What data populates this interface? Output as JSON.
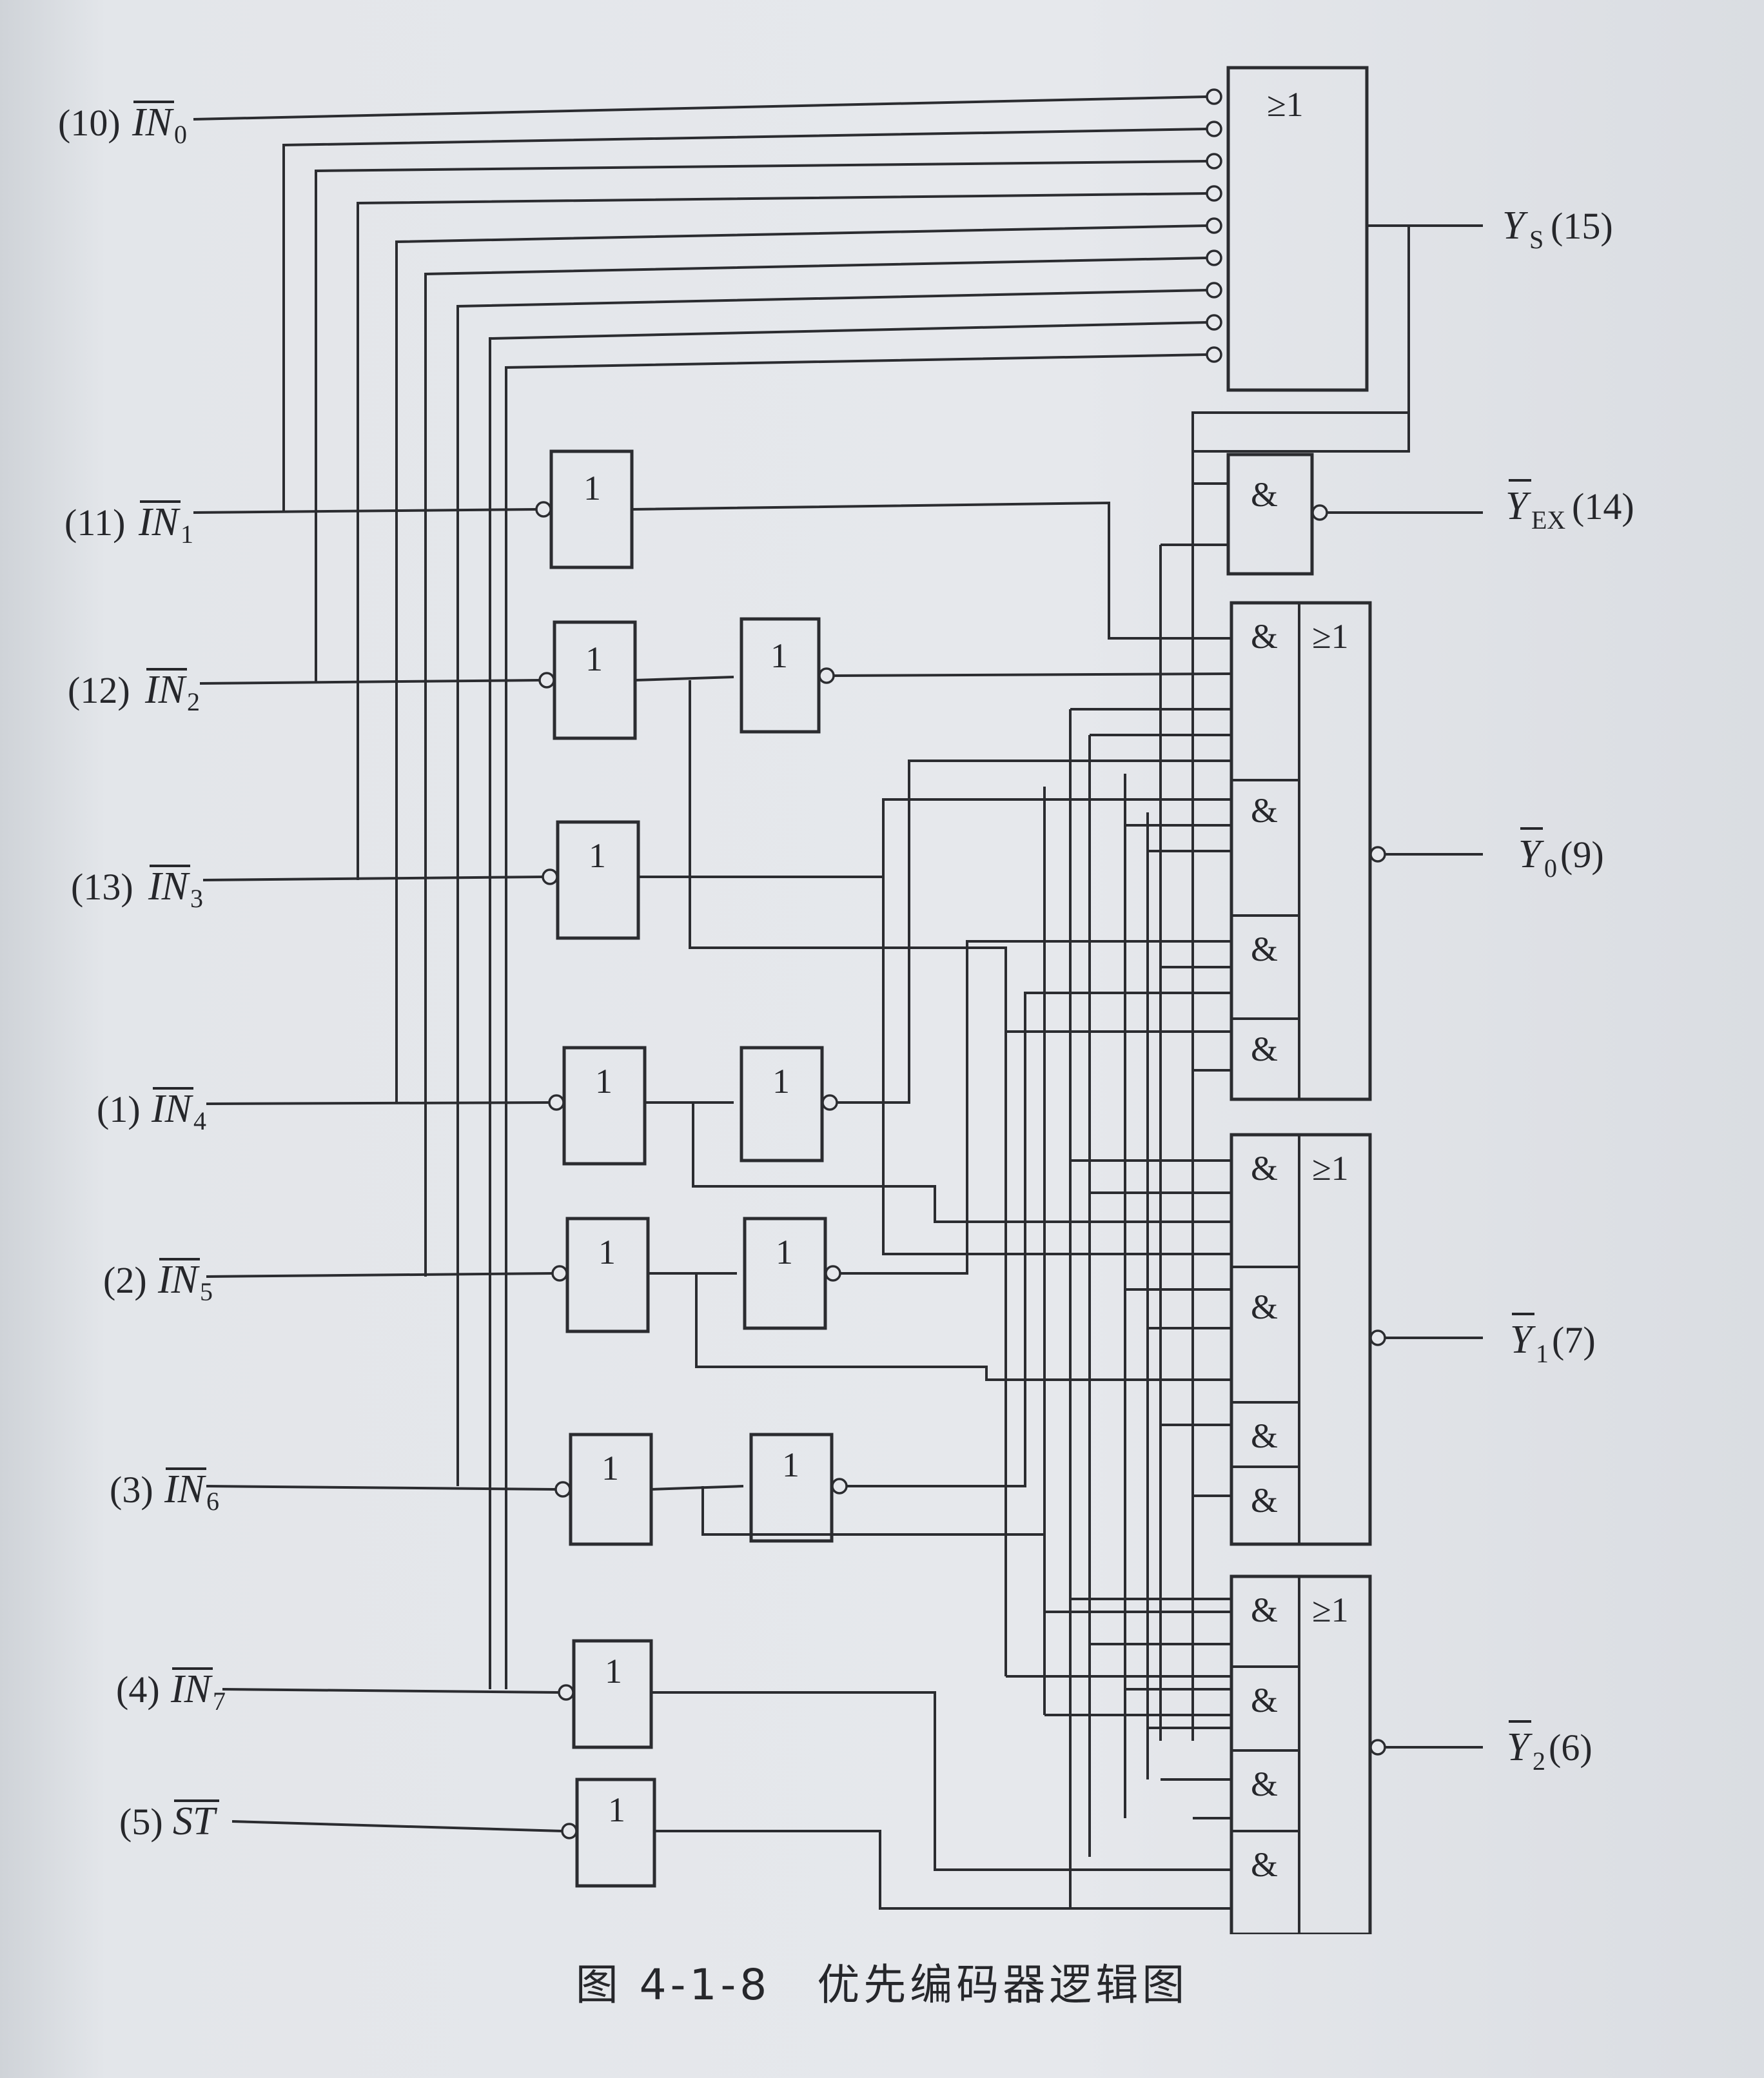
{
  "inputs": [
    {
      "num": "(10)",
      "name": "IN",
      "sub": "0"
    },
    {
      "num": "(11)",
      "name": "IN",
      "sub": "1"
    },
    {
      "num": "(12)",
      "name": "IN",
      "sub": "2"
    },
    {
      "num": "(13)",
      "name": "IN",
      "sub": "3"
    },
    {
      "num": "(1)",
      "name": "IN",
      "sub": "4"
    },
    {
      "num": "(2)",
      "name": "IN",
      "sub": "5"
    },
    {
      "num": "(3)",
      "name": "IN",
      "sub": "6"
    },
    {
      "num": "(4)",
      "name": "IN",
      "sub": "7"
    },
    {
      "num": "(5)",
      "name": "ST",
      "sub": ""
    }
  ],
  "outputs": [
    {
      "name": "Y",
      "sub": "S",
      "num": "(15)"
    },
    {
      "name": "Y",
      "sub": "EX",
      "num": "(14)"
    },
    {
      "name": "Y",
      "sub": "0",
      "num": "(9)"
    },
    {
      "name": "Y",
      "sub": "1",
      "num": "(7)"
    },
    {
      "name": "Y",
      "sub": "2",
      "num": "(6)"
    }
  ],
  "gate_symbols": {
    "not": "1",
    "and": "&",
    "or": "≥1"
  },
  "caption": "图 4-1-8　优先编码器逻辑图"
}
